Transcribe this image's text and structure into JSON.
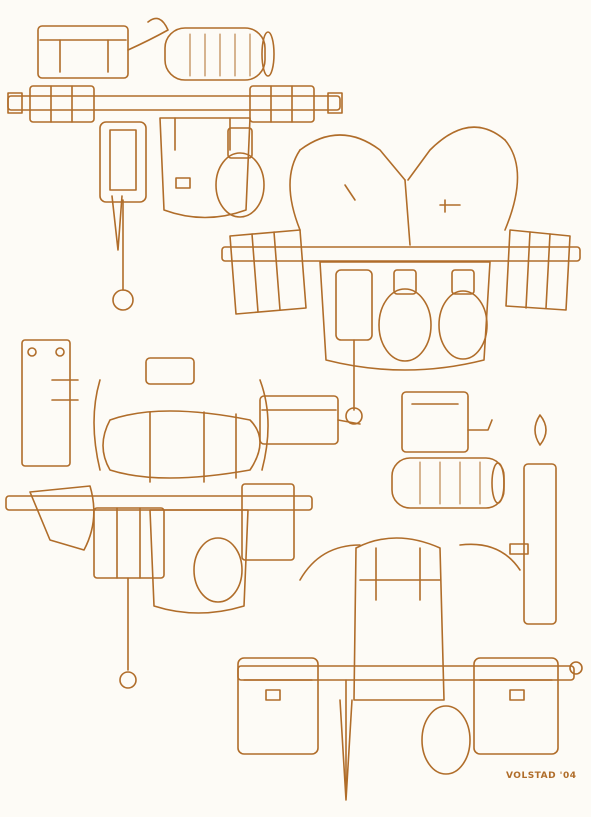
{
  "artist_signature": "VOLSTAD '04",
  "colors": {
    "ink": "#b06d2a",
    "paper": "#fdfbf6"
  },
  "groups": [
    "rifleman-belt-kit-top",
    "y-strap-assault-kit-middle",
    "loose-items",
    "assault-frame-kit-bottom-left",
    "pack-kit-bottom-right"
  ]
}
